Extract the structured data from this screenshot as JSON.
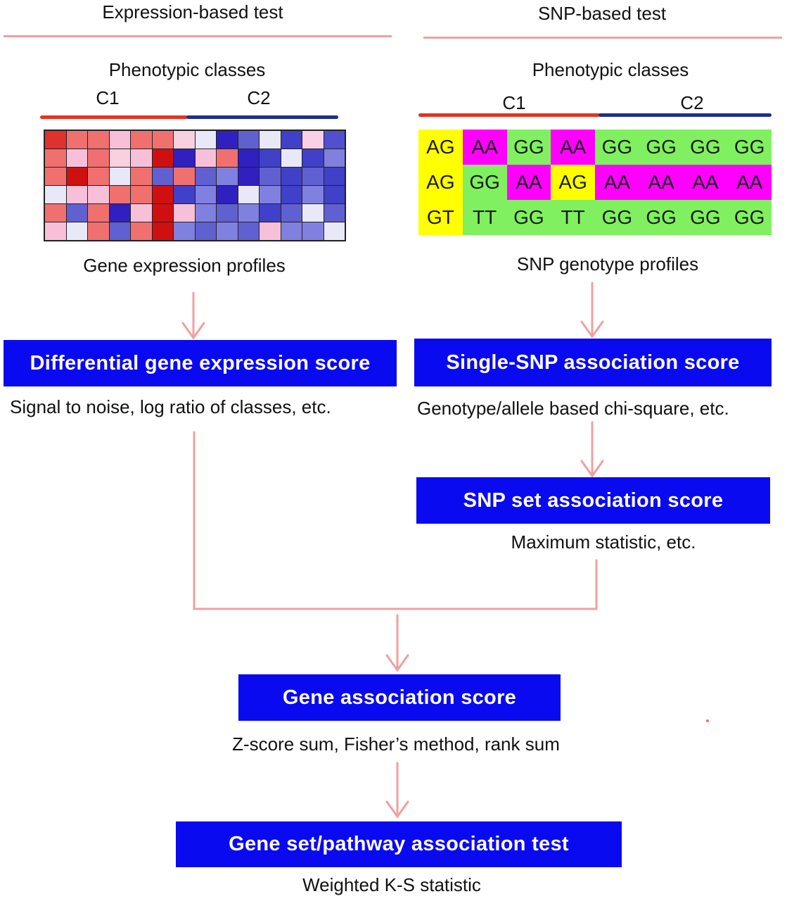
{
  "left": {
    "header": "Expression-based test",
    "classes_title": "Phenotypic classes",
    "c1": "C1",
    "c2": "C2",
    "profiles_label": "Gene expression profiles",
    "score_box": "Differential gene expression score",
    "score_note": "Signal to noise, log ratio of classes, etc."
  },
  "right": {
    "header": "SNP-based test",
    "classes_title": "Phenotypic classes",
    "c1": "C1",
    "c2": "C2",
    "profiles_label": "SNP genotype profiles",
    "snp_box": "Single-SNP association score",
    "snp_note": "Genotype/allele based chi-square, etc.",
    "set_box": "SNP set association score",
    "set_note": "Maximum statistic, etc."
  },
  "gene": {
    "box": "Gene association score",
    "note": "Z-score sum, Fisher’s method, rank sum"
  },
  "pathway": {
    "box": "Gene set/pathway association test",
    "note": "Weighted K-S statistic"
  },
  "colors": {
    "box_fill": "#0a0af0",
    "arrow": "#f0a0a0",
    "class_c1": "#e8321e",
    "class_c2": "#1e2f8c",
    "AG": "#ffff00",
    "AA": "#ff00ff",
    "GG": "#80f060",
    "GT": "#ffff00",
    "TT": "#80f060"
  },
  "heatmap": [
    [
      "#e03030",
      "#f07070",
      "#f07070",
      "#f8c0d8",
      "#f07070",
      "#f07070",
      "#f8d0e0",
      "#e8e8f8",
      "#3020c0",
      "#6060d0",
      "#e8e8f8",
      "#4040c8",
      "#f8d0e8",
      "#5050d0"
    ],
    [
      "#f07070",
      "#f8c0d8",
      "#f07070",
      "#f8d0e0",
      "#f8c0d8",
      "#d01010",
      "#3020c0",
      "#f8c0d8",
      "#f07070",
      "#3020c0",
      "#4040c8",
      "#e8e8f8",
      "#4040c8",
      "#8080e0"
    ],
    [
      "#f07070",
      "#d01010",
      "#f07070",
      "#e8e8f8",
      "#f07070",
      "#6060d0",
      "#f07070",
      "#6060d0",
      "#8080e0",
      "#3020c0",
      "#6060d0",
      "#4040c8",
      "#6060d0",
      "#4040c8"
    ],
    [
      "#e8e8f8",
      "#f8c0d8",
      "#f8c0d8",
      "#f07070",
      "#f07070",
      "#d01010",
      "#4040c8",
      "#8080e0",
      "#3020c0",
      "#e8e8f8",
      "#8080e0",
      "#4040c8",
      "#8080e0",
      "#4040c8"
    ],
    [
      "#f07070",
      "#6060d0",
      "#f07070",
      "#3020c0",
      "#f8c0d8",
      "#d01010",
      "#f8c0d8",
      "#8080e0",
      "#6060d0",
      "#8080e0",
      "#4040c8",
      "#6060d0",
      "#e8e8f8",
      "#6060d0"
    ],
    [
      "#f8c0d8",
      "#e8e8f8",
      "#f07070",
      "#6060d0",
      "#f07070",
      "#d01010",
      "#8080e0",
      "#6060d0",
      "#8080e0",
      "#6060d0",
      "#f8c0d8",
      "#8080e0",
      "#8080e0",
      "#e8e8f8"
    ]
  ],
  "snp_rows": [
    [
      "AG",
      "AA",
      "GG",
      "AA",
      "GG",
      "GG",
      "GG",
      "GG"
    ],
    [
      "AG",
      "GG",
      "AA",
      "AG",
      "AA",
      "AA",
      "AA",
      "AA"
    ],
    [
      "GT",
      "TT",
      "GG",
      "TT",
      "GG",
      "GG",
      "GG",
      "GG"
    ]
  ]
}
